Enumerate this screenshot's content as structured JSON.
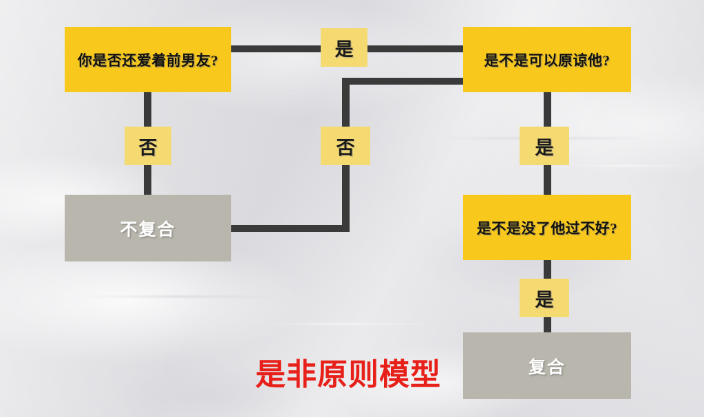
{
  "title": "是非原则模型",
  "background_color": "#e2e2e5",
  "colors": {
    "decision_box": "#f8c81c",
    "result_box": "#b9b7ad",
    "edge_label": "#f5d971",
    "connector": "#3a3a3a",
    "title_text": "#e8201a",
    "decision_text": "#111111",
    "result_text": "#ffffff"
  },
  "nodes": [
    {
      "id": "q1",
      "type": "decision",
      "text": "你是否还爱着前男友?"
    },
    {
      "id": "q2",
      "type": "decision",
      "text": "是不是可以原谅他?"
    },
    {
      "id": "q3",
      "type": "decision",
      "text": "是不是没了他过不好?"
    },
    {
      "id": "r1",
      "type": "result",
      "text": "不复合"
    },
    {
      "id": "r2",
      "type": "result",
      "text": "复合"
    }
  ],
  "edges": [
    {
      "id": "e1",
      "from": "q1",
      "to": "q2",
      "label": "是"
    },
    {
      "id": "e2",
      "from": "q1",
      "to": "r1",
      "label": "否"
    },
    {
      "id": "e3",
      "from": "q2",
      "to": "r1",
      "label": "否"
    },
    {
      "id": "e4",
      "from": "q2",
      "to": "q3",
      "label": "是"
    },
    {
      "id": "e5",
      "from": "q3",
      "to": "r2",
      "label": "是"
    }
  ]
}
